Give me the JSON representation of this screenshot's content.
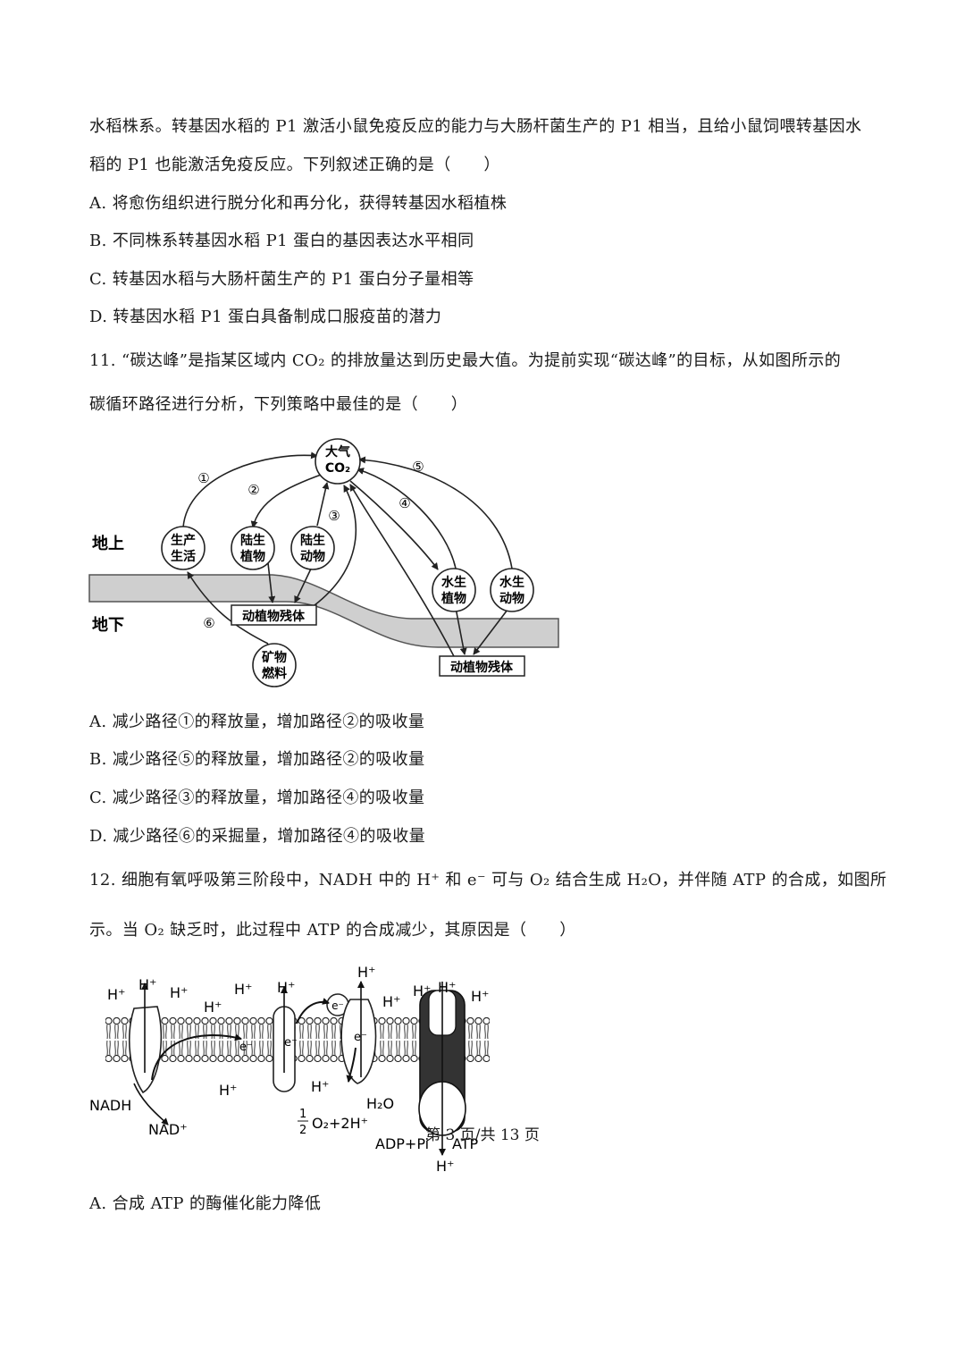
{
  "q10": {
    "stem_line1": "水稻株系。转基因水稻的 P1 激活小鼠免疫反应的能力与大肠杆菌生产的 P1 相当，且给小鼠饲喂转基因水",
    "stem_line2": "稻的 P1 也能激活免疫反应。下列叙述正确的是（　　）",
    "options": [
      "A. 将愈伤组织进行脱分化和再分化，获得转基因水稻植株",
      "B. 不同株系转基因水稻 P1 蛋白的基因表达水平相同",
      "C. 转基因水稻与大肠杆菌生产的 P1 蛋白分子量相等",
      "D. 转基因水稻 P1 蛋白具备制成口服疫苗的潜力"
    ]
  },
  "q11": {
    "stem_line1": "11. “碳达峰”是指某区域内 CO₂ 的排放量达到历史最大值。为提前实现“碳达峰”的目标，从如图所示的",
    "stem_line2": "碳循环路径进行分析，下列策略中最佳的是（　　）",
    "figure": {
      "atmosphere_line1": "大气",
      "atmosphere_line2": "CO₂",
      "above_label": "地上",
      "below_label": "地下",
      "nodes": {
        "production_1": "生产",
        "production_2": "生活",
        "land_plants_1": "陆生",
        "land_plants_2": "植物",
        "land_animals_1": "陆生",
        "land_animals_2": "动物",
        "water_plants_1": "水生",
        "water_plants_2": "植物",
        "water_animals_1": "水生",
        "water_animals_2": "动物",
        "fossil_1": "矿物",
        "fossil_2": "燃料"
      },
      "residue_left": "动植物残体",
      "residue_right": "动植物残体",
      "paths": [
        "①",
        "②",
        "③",
        "④",
        "⑤",
        "⑥"
      ]
    },
    "options": [
      "A. 减少路径①的释放量，增加路径②的吸收量",
      "B. 减少路径⑤的释放量，增加路径②的吸收量",
      "C. 减少路径③的释放量，增加路径④的吸收量",
      "D. 减少路径⑥的采掘量，增加路径④的吸收量"
    ]
  },
  "q12": {
    "stem_line1": "12. 细胞有氧呼吸第三阶段中，NADH 中的 H⁺ 和 e⁻ 可与 O₂ 结合生成 H₂O，并伴随 ATP 的合成，如图所",
    "stem_line2": "示。当 O₂ 缺乏时，此过程中 ATP 的合成减少，其原因是（　　）",
    "figure": {
      "h_plus": "H⁺",
      "e_minus": "e⁻",
      "nadh": "NADH",
      "nad_plus": "NAD⁺",
      "water": "H₂O",
      "oxygen_eq_half": "1",
      "oxygen_eq_den": "2",
      "oxygen_eq_rest": "O₂+2H⁺",
      "adp": "ADP+Pi",
      "atp": "ATP"
    },
    "options": [
      "A. 合成 ATP 的酶催化能力降低"
    ]
  },
  "footer": "第 3 页/共 13 页"
}
